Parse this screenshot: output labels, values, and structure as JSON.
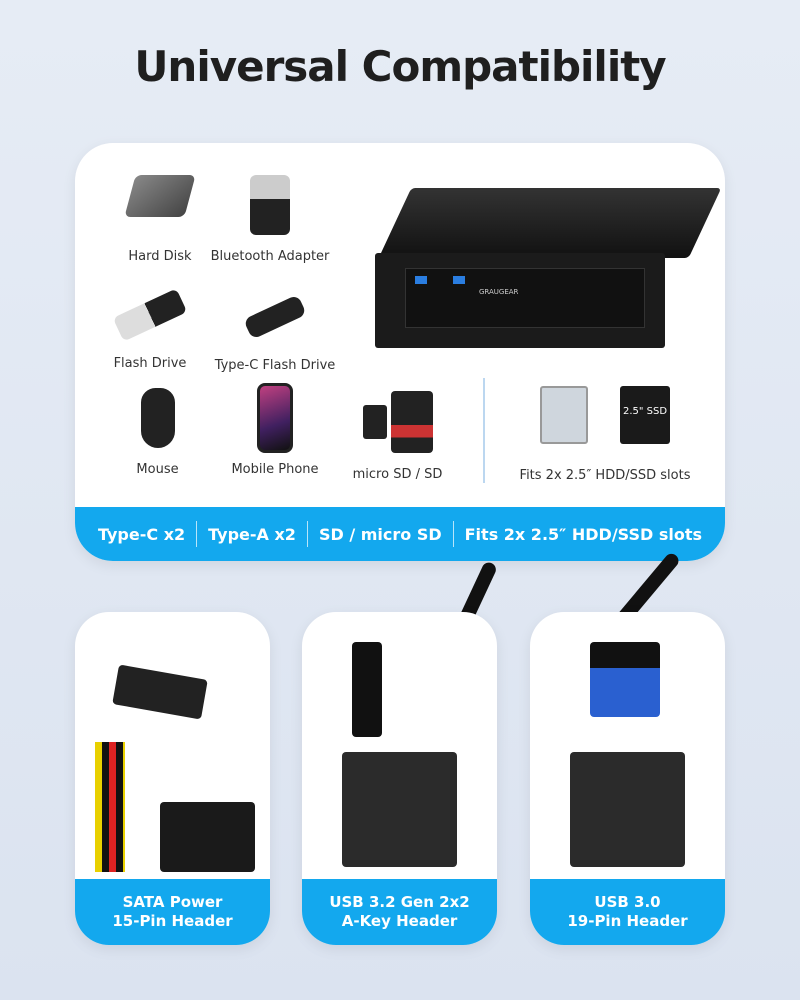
{
  "title": "Universal Compatibility",
  "brand_on_device": "GRAUGEAR",
  "devices": [
    {
      "label": "Hard Disk",
      "icon": "hard-disk-icon"
    },
    {
      "label": "Bluetooth Adapter",
      "icon": "bluetooth-adapter-icon"
    },
    {
      "label": "Flash Drive",
      "icon": "flash-drive-icon"
    },
    {
      "label": "Type-C Flash Drive",
      "icon": "type-c-flash-drive-icon"
    },
    {
      "label": "Mouse",
      "icon": "mouse-icon"
    },
    {
      "label": "Mobile Phone",
      "icon": "mobile-phone-icon"
    },
    {
      "label": "micro SD / SD",
      "icon": "sd-card-icon"
    },
    {
      "label": "Fits 2x 2.5″ HDD/SSD slots",
      "icon": "hdd-ssd-icon"
    }
  ],
  "ssd_label": "2.5\" SSD",
  "features": [
    "Type-C x2",
    "Type-A x2",
    "SD / micro SD",
    "Fits 2x 2.5″ HDD/SSD slots"
  ],
  "headers": [
    {
      "line1": "SATA Power",
      "line2": "15-Pin Header"
    },
    {
      "line1": "USB 3.2 Gen 2x2",
      "line2": "A-Key Header"
    },
    {
      "line1": "USB 3.0",
      "line2": "19-Pin Header"
    }
  ],
  "colors": {
    "accent": "#13a8ee",
    "background": "#e2e9f3",
    "title": "#1f1f1f"
  }
}
